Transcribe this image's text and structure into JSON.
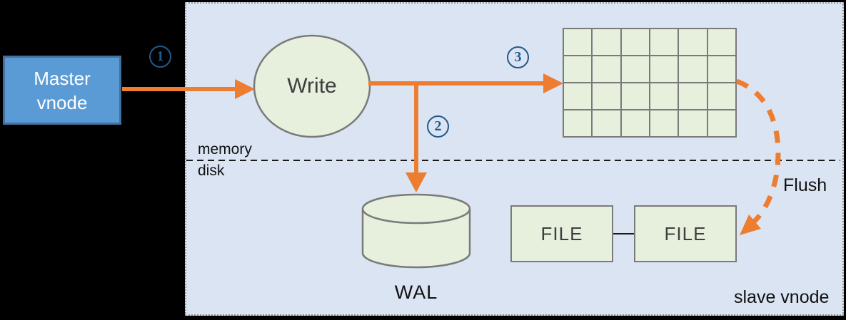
{
  "colors": {
    "canvas": "#000000",
    "panel-bg": "#dbe4f2",
    "panel-border": "#949494",
    "shape-fill": "#e7f0dd",
    "shape-stroke": "#7a7a7a",
    "master-fill": "#5b9bd5",
    "master-stroke": "#41719c",
    "arrow-orange": "#ed7d31",
    "step-blue": "#235a8b",
    "divider-black": "#1a1a1a",
    "label-dark": "#3f3f3f",
    "label-black": "#111111"
  },
  "master": {
    "label": "Master vnode"
  },
  "steps": [
    {
      "num": "1"
    },
    {
      "num": "2"
    },
    {
      "num": "3"
    }
  ],
  "write": {
    "label": "Write"
  },
  "divider": {
    "memory": "memory",
    "disk": "disk"
  },
  "mem_table": {
    "rows": 4,
    "cols": 6
  },
  "wal": {
    "label": "WAL"
  },
  "files": {
    "file1": "FILE",
    "file2": "FILE"
  },
  "flush": {
    "label": "Flush"
  },
  "panel": {
    "label": "slave vnode"
  }
}
